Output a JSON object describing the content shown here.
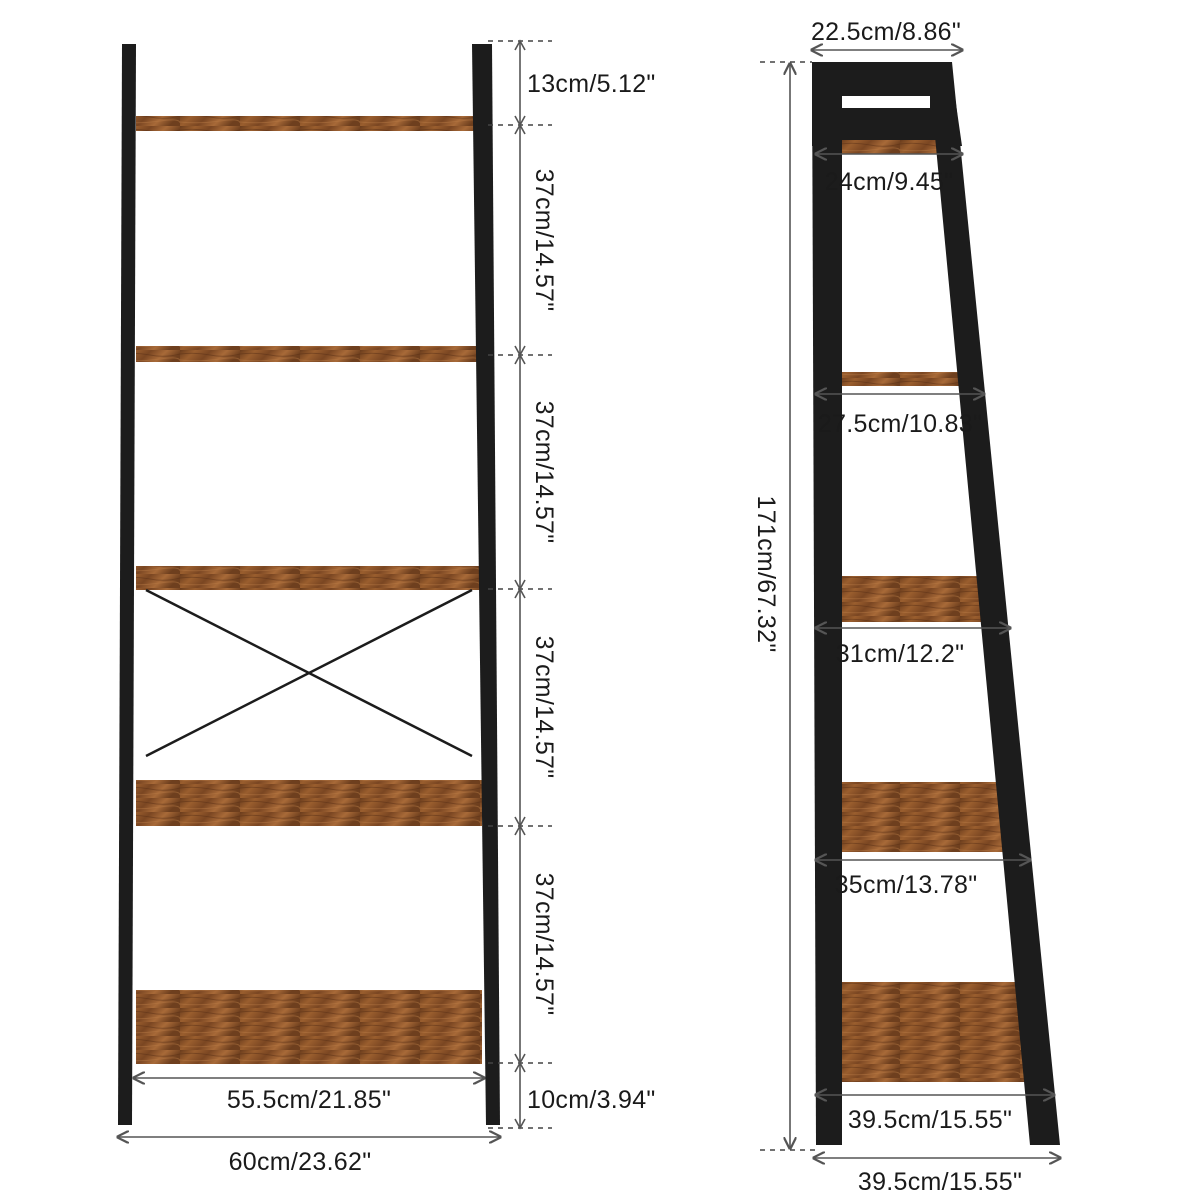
{
  "front_view": {
    "heights": {
      "top": "13cm/5.12\"",
      "gap1": "37cm/14.57\"",
      "gap2": "37cm/14.57\"",
      "gap3": "37cm/14.57\"",
      "gap4": "37cm/14.57\"",
      "bottom": "10cm/3.94\""
    },
    "inner_width": "55.5cm/21.85\"",
    "outer_width": "60cm/23.62\""
  },
  "side_view": {
    "top_width": "22.5cm/8.86\"",
    "total_height": "171cm/67.32\"",
    "shelf_depths": [
      "24cm/9.45\"",
      "27.5cm/10.83\"",
      "31cm/12.2\"",
      "35cm/13.78\"",
      "39.5cm/15.55\""
    ],
    "base_depth": "39.5cm/15.55\""
  },
  "colors": {
    "frame": "#1c1c1c",
    "wood_dark": "#5e3518",
    "wood_mid": "#8a5128",
    "wood_light": "#a86a38"
  }
}
